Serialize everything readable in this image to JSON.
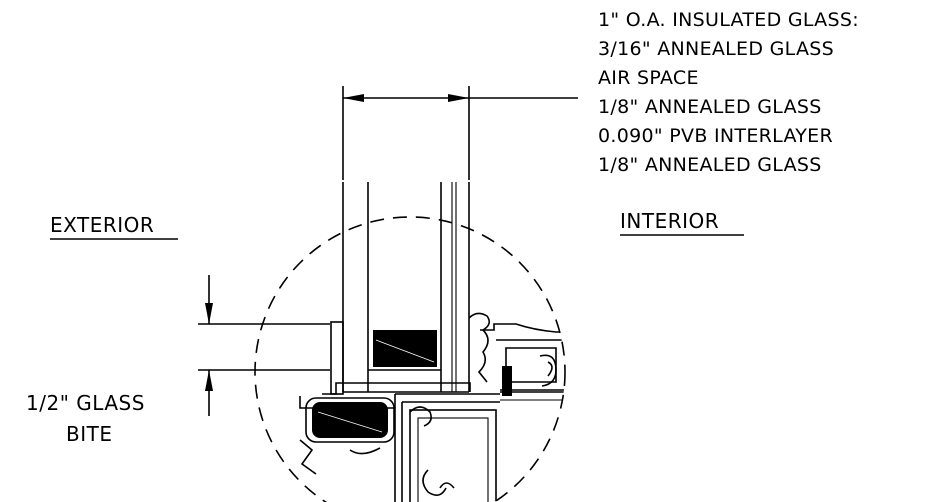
{
  "callout": {
    "lines": [
      "1\" O.A. INSULATED GLASS:",
      "3/16\" ANNEALED GLASS",
      "AIR SPACE",
      "1/8\" ANNEALED GLASS",
      "0.090\" PVB INTERLAYER",
      "1/8\" ANNEALED GLASS"
    ]
  },
  "labels": {
    "exterior": "EXTERIOR",
    "interior": "INTERIOR",
    "bite_line1": "1/2\" GLASS",
    "bite_line2": "BITE"
  },
  "colors": {
    "ink": "#000000",
    "paper": "#ffffff"
  }
}
